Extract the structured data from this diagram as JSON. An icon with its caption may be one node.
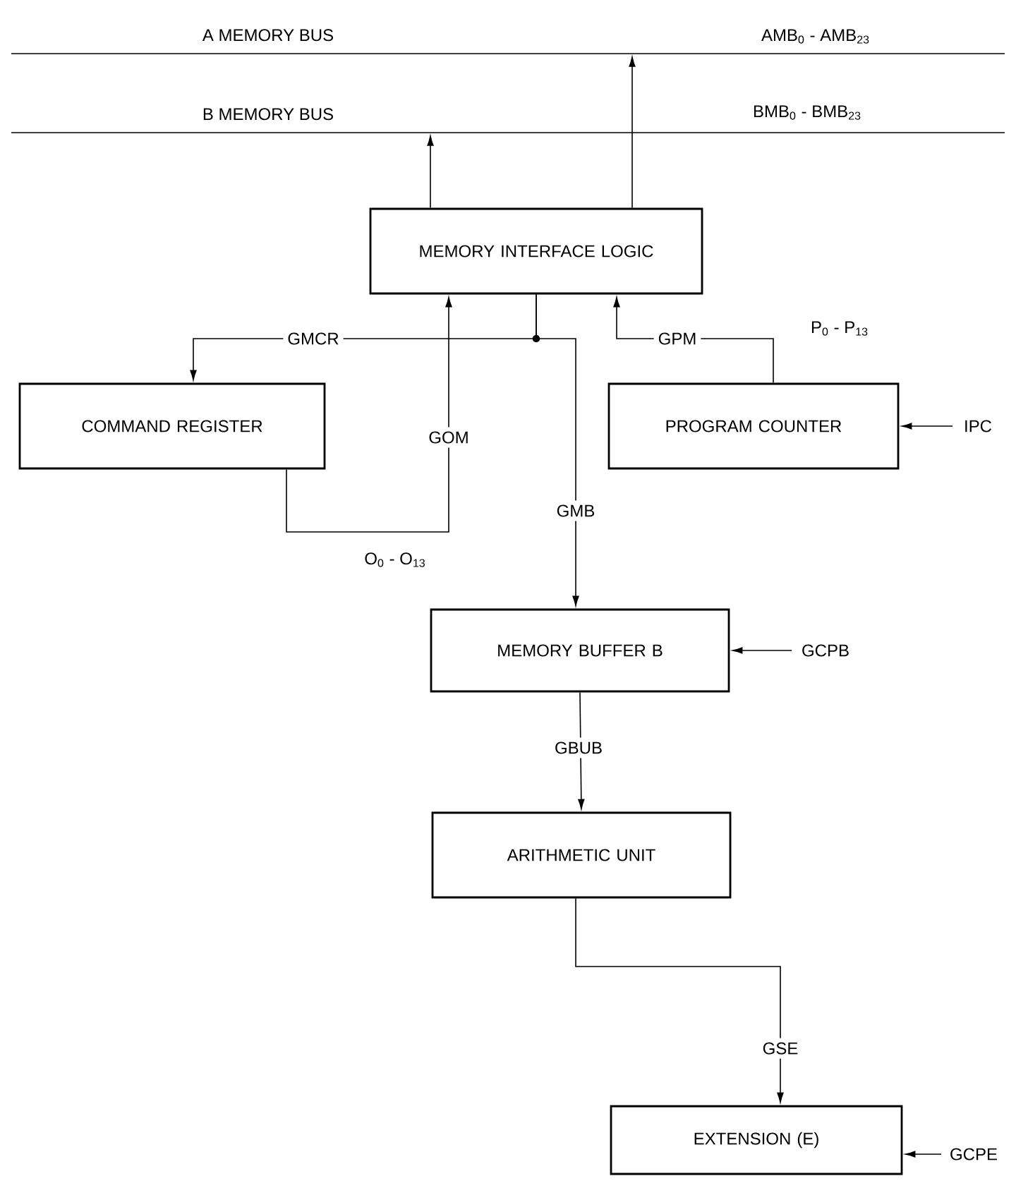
{
  "diagram": {
    "nodes": [
      {
        "text": [
          "A MEMORY BUS",
          "AMB$_{0}$ - AMB$_{23}$"
        ]
      },
      {
        "text": [
          "B MEMORY BUS"
        ]
      },
      {
        "text": [
          "MEMORY INTERFACE LOGIC"
        ]
      },
      {
        "text": [
          "COMMAND REGISTER"
        ]
      },
      {
        "text": [
          "PROGRAM COUNTER"
        ]
      },
      {
        "text": [
          "MEMORY BUFFER B"
        ]
      },
      {
        "text": [
          "ARITHMETIC UNIT"
        ]
      },
      {
        "text": [
          "EXTENSION (E)"
        ]
      }
    ],
    "edges": [
      {
        "from": 2,
        "to": 0,
        "arrow": "to"
      },
      {
        "from": 2,
        "to": 1,
        "arrow": "to"
      },
      {
        "from": 2,
        "to": 3,
        "arrow": "to",
        "label": "GMCR"
      },
      {
        "from": 2,
        "to": 5,
        "arrow": "to",
        "label": "GMB"
      },
      {
        "from": 3,
        "to": 2,
        "arrow": "to",
        "label": "GOM"
      },
      {
        "from": 4,
        "to": 2,
        "arrow": "to",
        "label": "GPM"
      },
      {
        "from": null,
        "to": 4,
        "arrow": "to",
        "label": "IPC"
      },
      {
        "from": null,
        "to": 5,
        "arrow": "to",
        "label": "GCPB"
      },
      {
        "from": 5,
        "to": 6,
        "arrow": "to",
        "label": "GBUB"
      },
      {
        "from": 6,
        "to": 7,
        "arrow": "to",
        "label": "GSE"
      },
      {
        "from": null,
        "to": 7,
        "arrow": "to",
        "label": "GCPE"
      }
    ],
    "labels": [
      "BMB$_{0}$ - BMB$_{23}$",
      "O$_{0}$ - O$_{13}$",
      "P$_{0}$ - P$_{13}$"
    ]
  }
}
